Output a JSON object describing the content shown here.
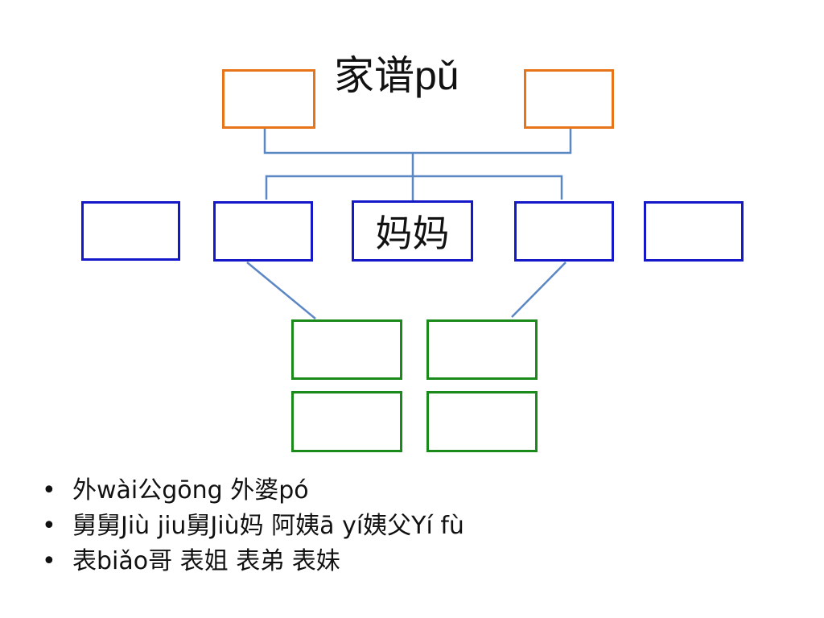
{
  "title": {
    "hanzi": "家谱",
    "pinyin": "pǔ"
  },
  "center_box_label": "妈妈",
  "bullets": [
    "外wài公gōng 外婆pó",
    "舅舅Jiù jiu舅Jiù妈 阿姨ā yí姨父Yí fù",
    "表biǎo哥 表姐 表弟 表妹"
  ],
  "bullet_symbol": "•",
  "colors": {
    "grandparent_box": "#E8741A",
    "parent_generation_box": "#1418C8",
    "cousin_box": "#1A8A1A",
    "connector_line": "#5B87C5"
  }
}
